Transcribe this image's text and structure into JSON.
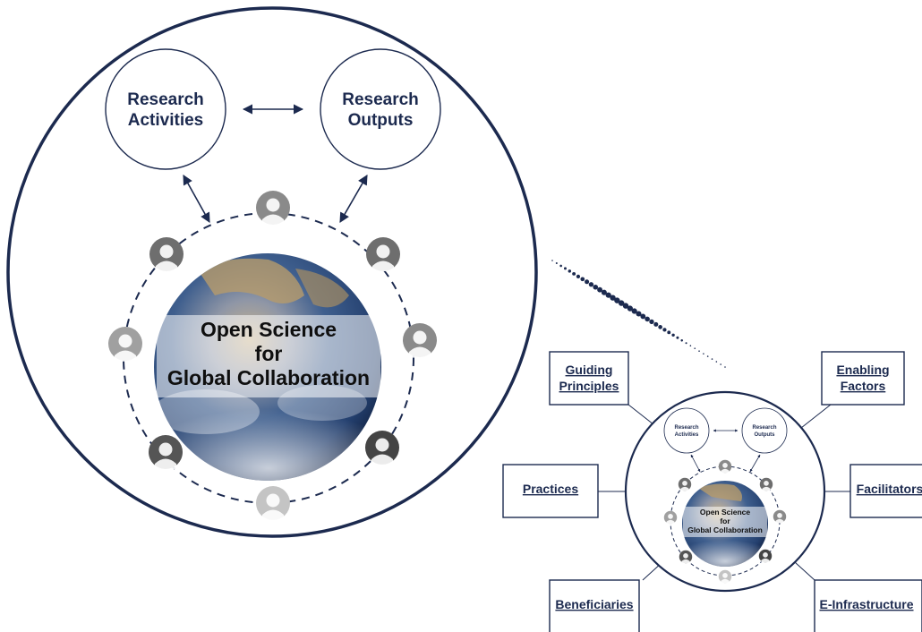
{
  "main": {
    "node_research_activities": [
      "Research",
      "Activities"
    ],
    "node_research_outputs": [
      "Research",
      "Outputs"
    ],
    "earth_title": [
      "Open Science",
      "for",
      "Global Collaboration"
    ]
  },
  "mini": {
    "node_research_activities": [
      "Research",
      "Activities"
    ],
    "node_research_outputs": [
      "Research",
      "Outputs"
    ],
    "earth_title": [
      "Open Science",
      "for",
      "Global Collaboration"
    ]
  },
  "boxes": {
    "guiding_principles": [
      "Guiding",
      "Principles"
    ],
    "enabling_factors": [
      "Enabling",
      "Factors"
    ],
    "practices": [
      "Practices"
    ],
    "facilitators": [
      "Facilitators"
    ],
    "beneficiaries": [
      "Beneficiaries"
    ],
    "e_infrastructure": [
      "E-Infrastructure"
    ]
  },
  "colors": {
    "navy": "#1c2a4f",
    "avatar_dark": "#555555",
    "avatar_mid": "#8a8a8a",
    "avatar_light": "#c4c4c4"
  }
}
